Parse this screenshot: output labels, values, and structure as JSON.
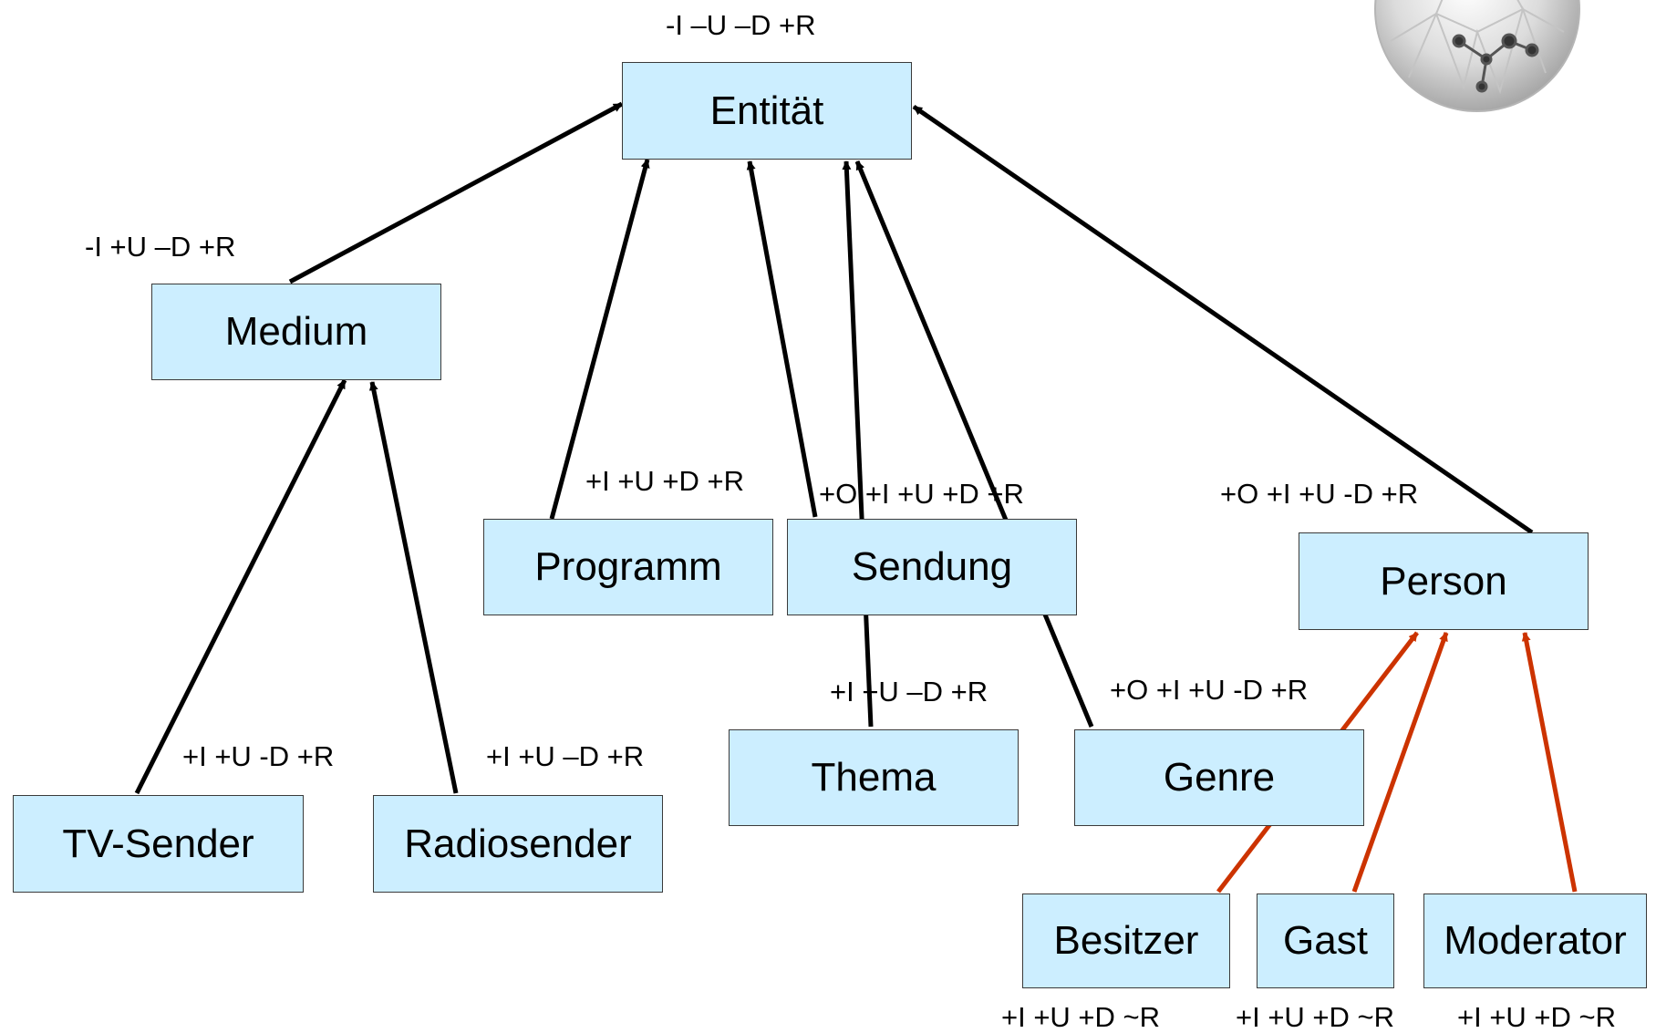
{
  "colors": {
    "node_fill": "#cceeff",
    "node_border": "#3a3a3a",
    "edge_black": "#000000",
    "edge_red": "#cc3300"
  },
  "nodes": {
    "entitaet": {
      "label": "Entität",
      "flags": "-I –U –D +R"
    },
    "medium": {
      "label": "Medium",
      "flags": "-I +U –D +R"
    },
    "programm": {
      "label": "Programm",
      "flags": "+I +U +D +R"
    },
    "sendung": {
      "label": "Sendung",
      "flags": "+O +I +U +D +R"
    },
    "person": {
      "label": "Person",
      "flags": "+O +I +U -D +R"
    },
    "thema": {
      "label": "Thema",
      "flags": "+I +U –D +R"
    },
    "genre": {
      "label": "Genre",
      "flags": "+O +I +U -D +R"
    },
    "tvsender": {
      "label": "TV-Sender",
      "flags": "+I +U -D +R"
    },
    "radiosender": {
      "label": "Radiosender",
      "flags": "+I +U –D +R"
    },
    "besitzer": {
      "label": "Besitzer",
      "flags": "+I +U +D ~R"
    },
    "gast": {
      "label": "Gast",
      "flags": "+I +U +D ~R"
    },
    "moderator": {
      "label": "Moderator",
      "flags": "+I +U +D ~R"
    }
  },
  "edges": [
    {
      "from": "medium",
      "to": "entitaet",
      "color": "black"
    },
    {
      "from": "programm",
      "to": "entitaet",
      "color": "black"
    },
    {
      "from": "sendung",
      "to": "entitaet",
      "color": "black"
    },
    {
      "from": "thema",
      "to": "entitaet",
      "color": "black"
    },
    {
      "from": "genre",
      "to": "entitaet",
      "color": "black"
    },
    {
      "from": "person",
      "to": "entitaet",
      "color": "black"
    },
    {
      "from": "tvsender",
      "to": "medium",
      "color": "black"
    },
    {
      "from": "radiosender",
      "to": "medium",
      "color": "black"
    },
    {
      "from": "besitzer",
      "to": "person",
      "color": "red"
    },
    {
      "from": "gast",
      "to": "person",
      "color": "red"
    },
    {
      "from": "moderator",
      "to": "person",
      "color": "red"
    }
  ],
  "logo_icon": "crystal-sphere-logo"
}
